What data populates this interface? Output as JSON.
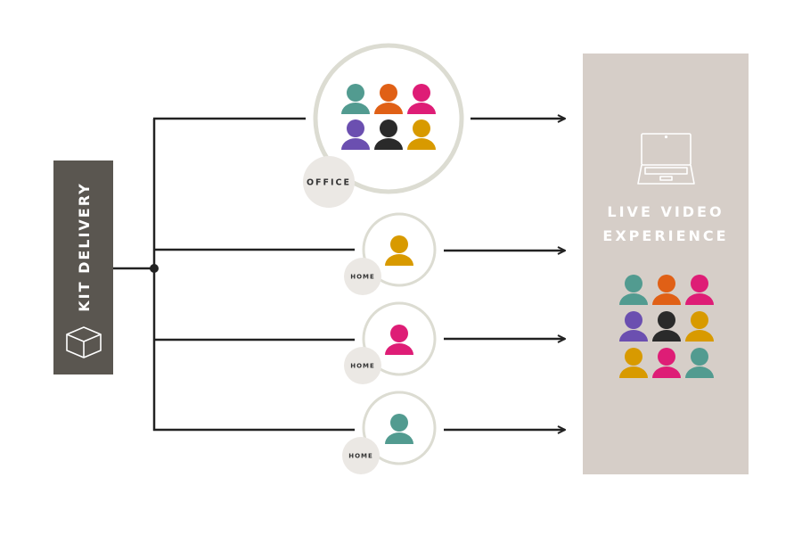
{
  "kit_delivery": {
    "label": "KIT DELIVERY",
    "icon": "box-icon"
  },
  "locations": [
    {
      "label": "OFFICE",
      "people": [
        "teal",
        "orange",
        "pink",
        "purple",
        "black",
        "gold"
      ]
    },
    {
      "label": "HOME",
      "people": [
        "gold"
      ]
    },
    {
      "label": "HOME",
      "people": [
        "pink"
      ]
    },
    {
      "label": "HOME",
      "people": [
        "teal"
      ]
    }
  ],
  "live_video": {
    "line1": "LIVE VIDEO",
    "line2": "EXPERIENCE",
    "icon": "laptop-icon",
    "people": [
      "teal",
      "orange",
      "pink",
      "purple",
      "black",
      "gold",
      "gold",
      "pink",
      "teal"
    ]
  },
  "colors": {
    "teal": "#529b90",
    "orange": "#e06016",
    "pink": "#de1d76",
    "purple": "#6b4fb0",
    "black": "#2a2a2a",
    "gold": "#d89a00",
    "kit_box": "#5a5650",
    "panel": "#d6cec8",
    "ring": "#dcdcd2",
    "badge": "#ebe8e4",
    "line": "#222222"
  }
}
